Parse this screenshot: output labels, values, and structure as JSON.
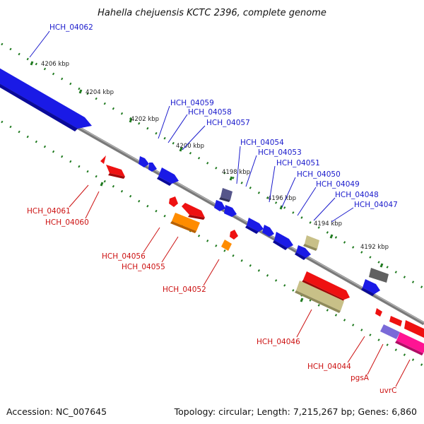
{
  "title": "Hahella chejuensis KCTC 2396, complete genome",
  "footer": {
    "accession": "Accession: NC_007645",
    "summary": "Topology: circular; Length: 7,215,267 bp; Genes: 6,860"
  },
  "colors": {
    "background": "#ffffff",
    "backbone": "#8a8a8a",
    "tick": "#1f7a1f",
    "forward_label": "#1a1acc",
    "reverse_label": "#cc1111",
    "cds_blue": "#1a1ae6",
    "cds_red": "#ee1111",
    "cds_orange": "#ff8c00",
    "cds_olive": "#c8c088",
    "cds_slate": "#55558a",
    "cds_gray": "#606060",
    "cds_lavender": "#7a6ad8",
    "cds_magenta": "#ff1493"
  },
  "ticks": [
    "4206 kbp",
    "4204 kbp",
    "4202 kbp",
    "4200 kbp",
    "4198 kbp",
    "4196 kbp",
    "4194 kbp",
    "4192 kbp"
  ],
  "forward_labels": [
    "HCH_04062",
    "HCH_04059",
    "HCH_04058",
    "HCH_04057",
    "HCH_04054",
    "HCH_04053",
    "HCH_04051",
    "HCH_04050",
    "HCH_04049",
    "HCH_04048",
    "HCH_04047"
  ],
  "reverse_labels": [
    "HCH_04061",
    "HCH_04060",
    "HCH_04056",
    "HCH_04055",
    "HCH_04052",
    "HCH_04046",
    "HCH_04044",
    "pgsA",
    "uvrC"
  ]
}
